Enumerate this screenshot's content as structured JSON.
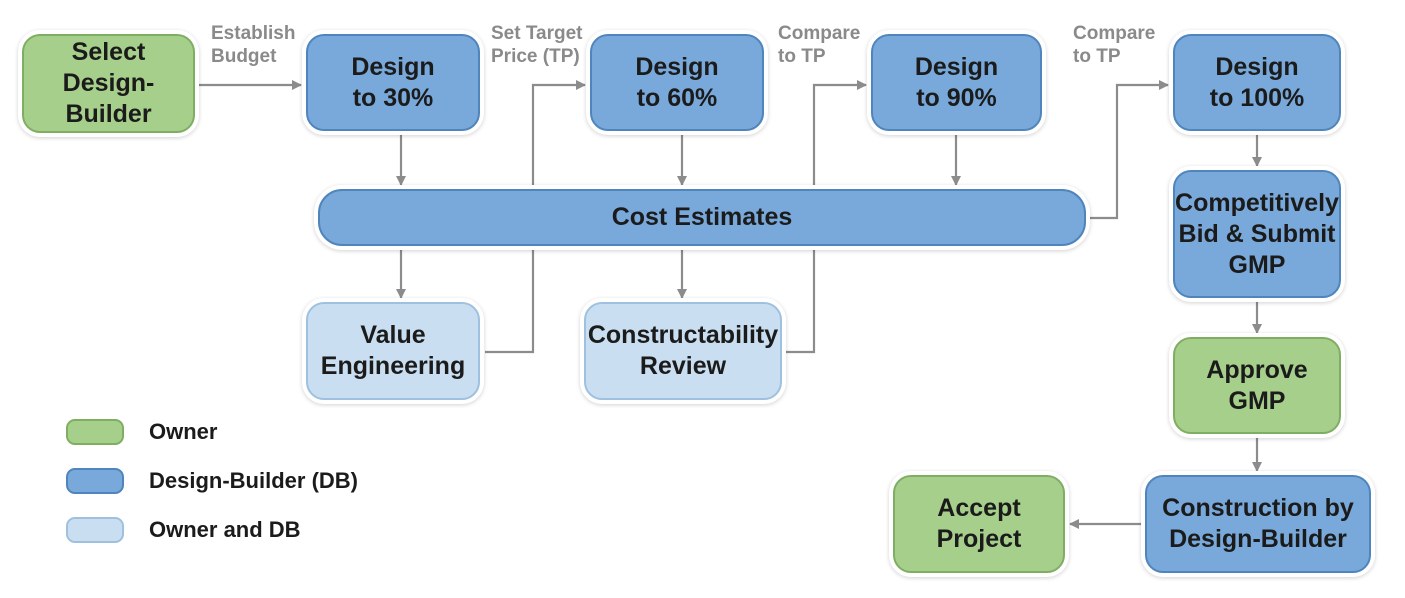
{
  "colors": {
    "owner": "#a6cf8b",
    "design_builder": "#78a9da",
    "owner_and_db": "#c9dff1",
    "arrow": "#8c8c8c"
  },
  "nodes": {
    "select_design_builder": "Select\nDesign-Builder",
    "design_30": "Design\nto 30%",
    "design_60": "Design\nto 60%",
    "design_90": "Design\nto 90%",
    "design_100": "Design\nto 100%",
    "cost_estimates": "Cost Estimates",
    "value_engineering": "Value\nEngineering",
    "constructability_review": "Constructability\nReview",
    "competitively_bid": "Competitively\nBid & Submit\nGMP",
    "approve_gmp": "Approve\nGMP",
    "construction": "Construction by\nDesign-Builder",
    "accept_project": "Accept\nProject"
  },
  "edge_labels": {
    "establish_budget": "Establish\nBudget",
    "set_target_price": "Set Target\nPrice (TP)",
    "compare_to_tp_1": "Compare\nto TP",
    "compare_to_tp_2": "Compare\nto TP"
  },
  "legend": [
    {
      "label": "Owner",
      "color": "#a6cf8b",
      "border": "#7fae63"
    },
    {
      "label": "Design-Builder (DB)",
      "color": "#78a9da",
      "border": "#4f85bc"
    },
    {
      "label": "Owner and DB",
      "color": "#c9dff1",
      "border": "#9fc0de"
    }
  ]
}
